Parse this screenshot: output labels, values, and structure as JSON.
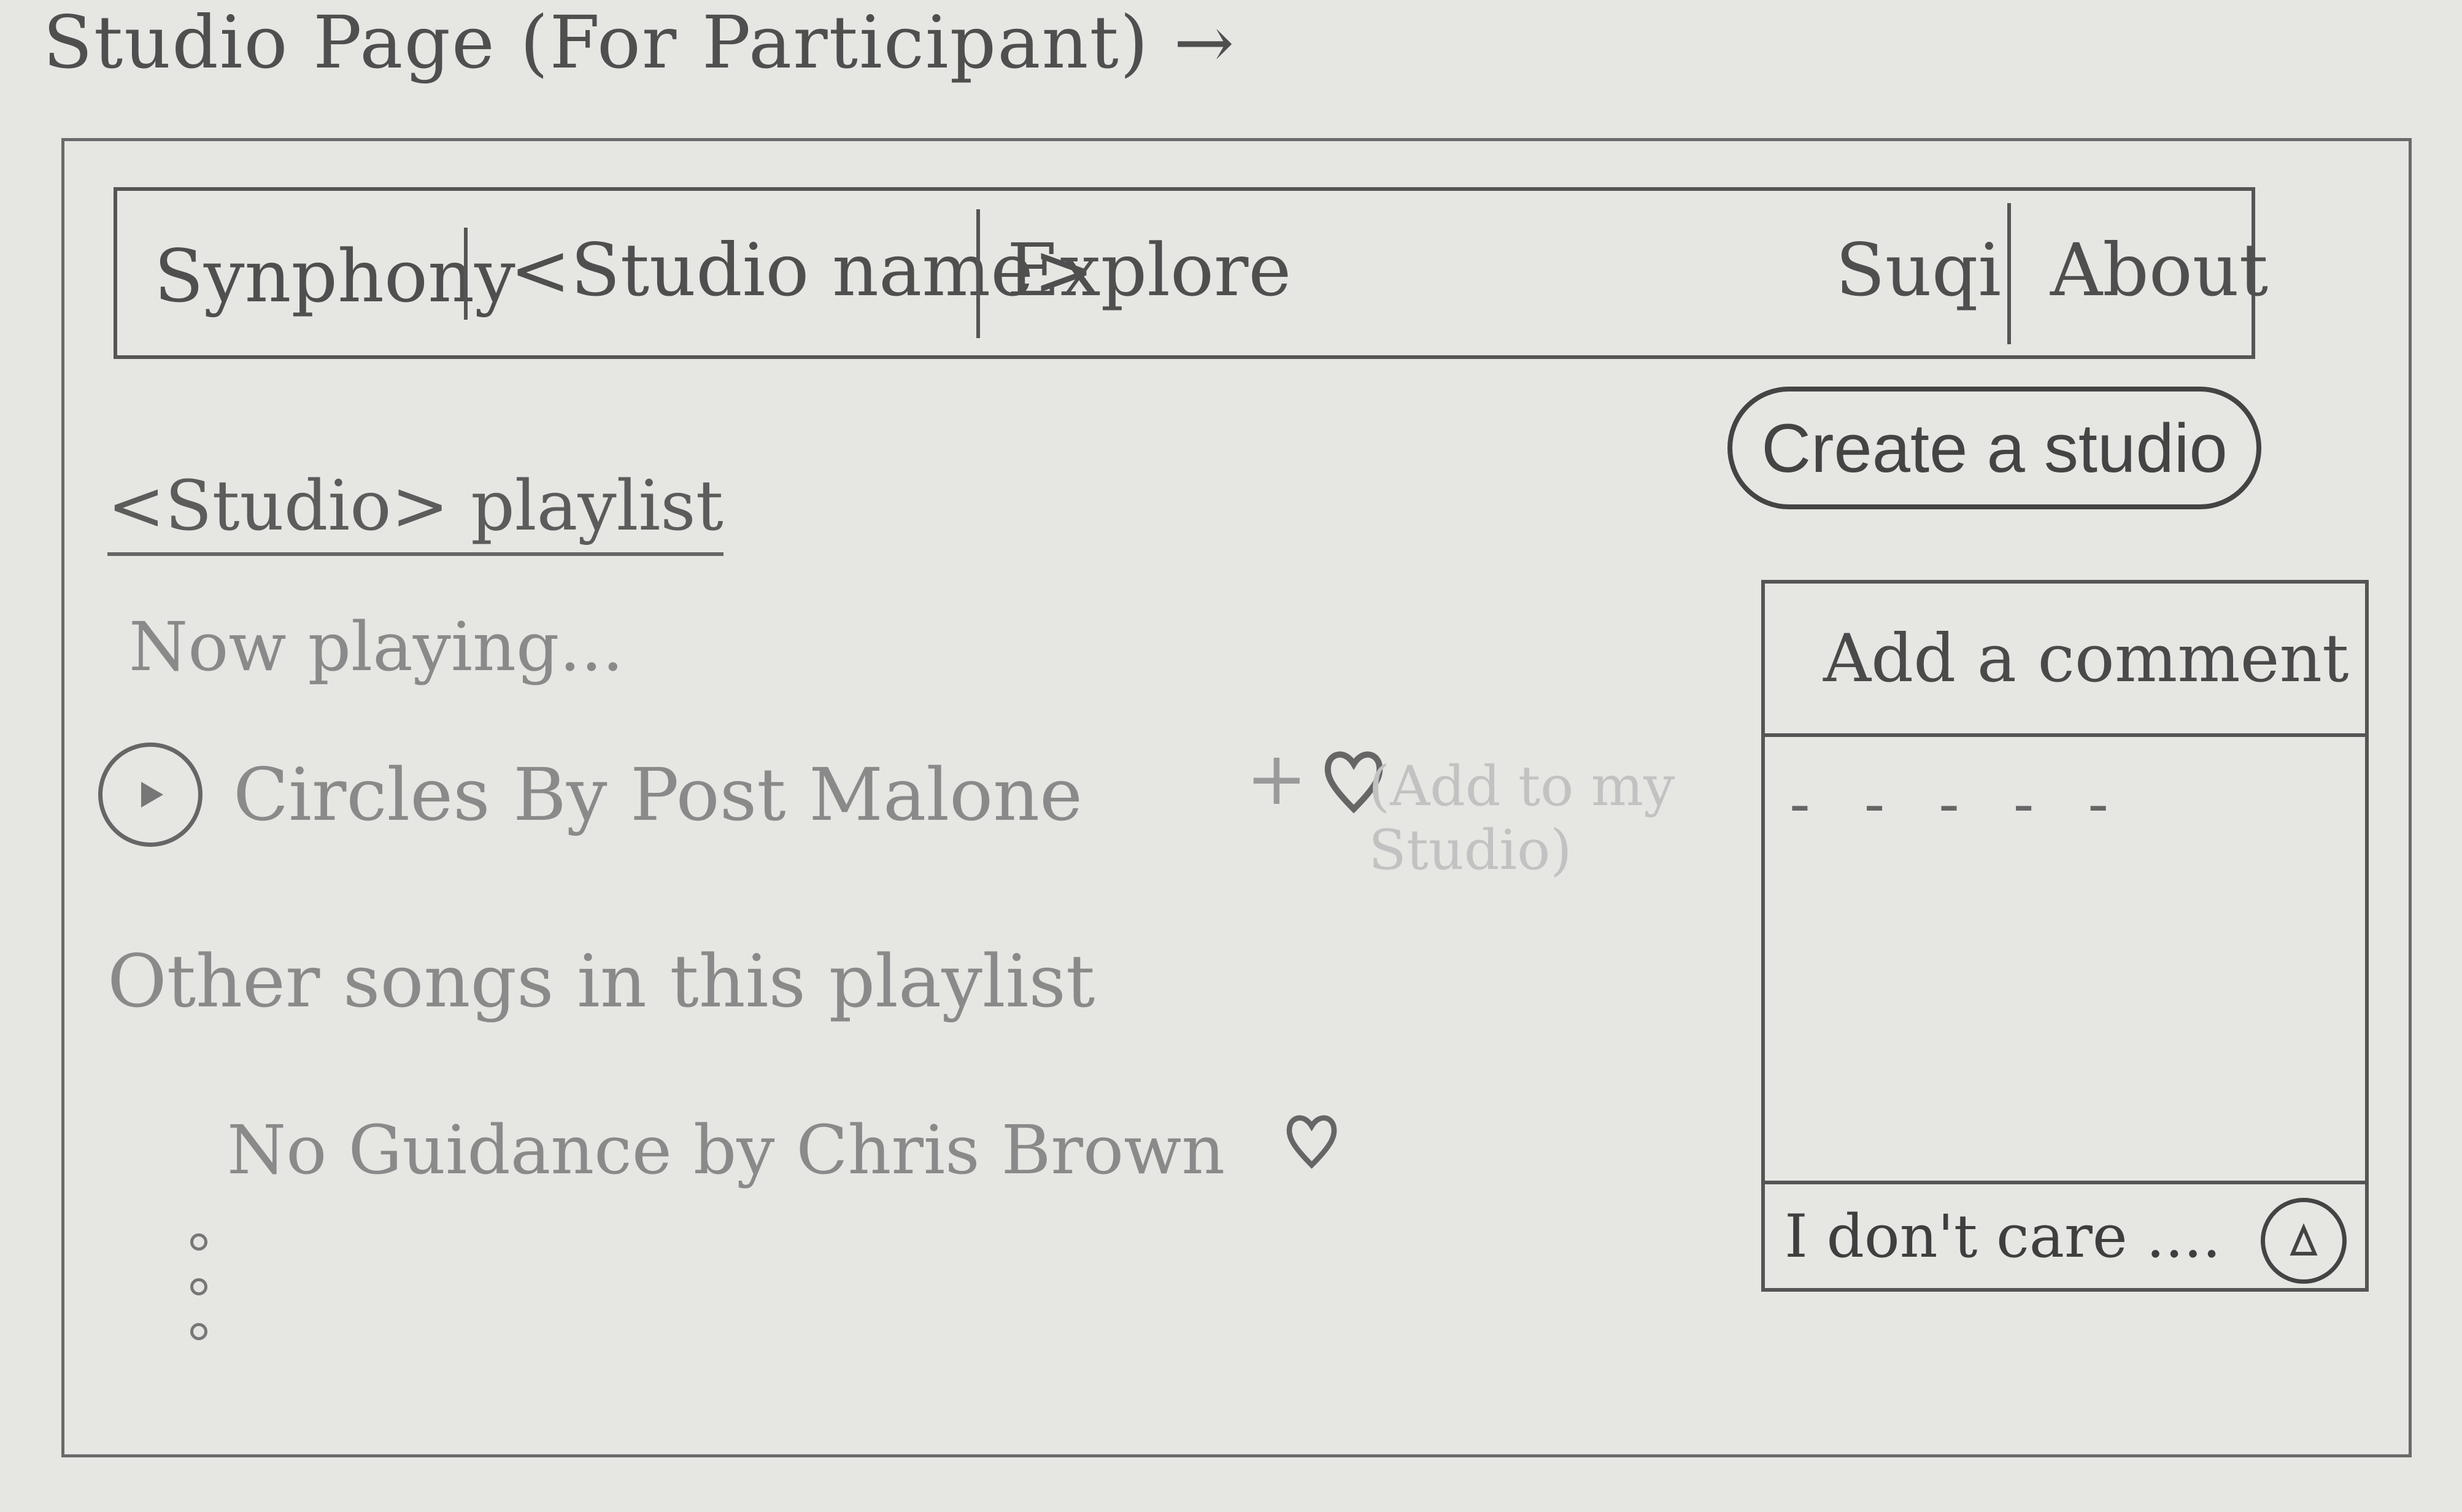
{
  "heading": "Studio Page (For Participant) →",
  "nav": {
    "brand": "Synphony",
    "studio": "<Studio name>",
    "explore": "Explore",
    "user": "Suqi",
    "about": "About"
  },
  "create_button": "Create a studio",
  "playlist": {
    "title": "<Studio> playlist",
    "now_playing_label": "Now playing...",
    "current_song": "Circles By Post Malone",
    "add_plus": "+",
    "add_note": "(Add to my Studio)",
    "other_label": "Other songs in this playlist",
    "other_songs": [
      {
        "title": "No Guidance by Chris Brown"
      }
    ]
  },
  "comments": {
    "header": "Add a comment",
    "placeholder_lines": "- - - - -",
    "input_value": "I don't care ...."
  },
  "icons": {
    "play": "play-icon",
    "heart": "heart-icon",
    "send": "send-icon"
  }
}
